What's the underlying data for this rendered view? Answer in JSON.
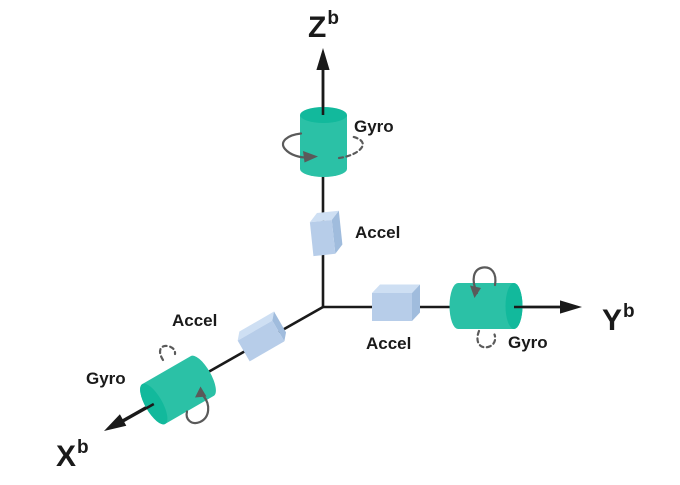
{
  "colors": {
    "axis": "#1a1a1a",
    "text": "#1a1a1a",
    "gyro-body": "#2bc1a6",
    "gyro-cap": "#12b99c",
    "accel-front": "#b7cde9",
    "accel-top": "#cedff3",
    "accel-side": "#a0bcdd",
    "rotation": "#5a5a5a"
  },
  "axes": {
    "x": {
      "letter": "X",
      "superscript": "b"
    },
    "y": {
      "letter": "Y",
      "superscript": "b"
    },
    "z": {
      "letter": "Z",
      "superscript": "b"
    }
  },
  "sensors": {
    "z": {
      "gyro_label": "Gyro",
      "accel_label": "Accel"
    },
    "y": {
      "gyro_label": "Gyro",
      "accel_label": "Accel"
    },
    "x": {
      "gyro_label": "Gyro",
      "accel_label": "Accel"
    }
  }
}
